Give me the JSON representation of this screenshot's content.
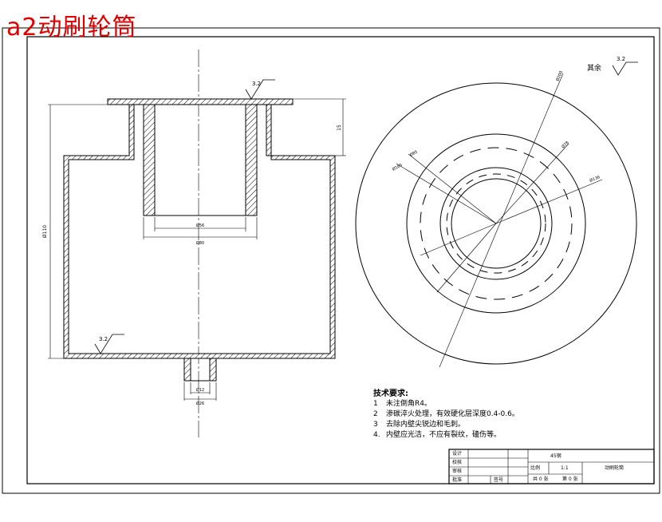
{
  "title": "a2动刷轮筒",
  "colors": {
    "title": "#e00000",
    "line": "#000000",
    "hatch": "#000000"
  },
  "roughness": {
    "top": "3.2",
    "bottom": "3.2",
    "other": "3.2"
  },
  "other_label": "其余",
  "dimensions": {
    "d1": "15",
    "d2": "Ø110",
    "d3": "Ø80",
    "d4": "Ø56",
    "d5": "Ø12",
    "d6": "Ø26",
    "d7": "Ø200",
    "d8": "Ø165",
    "d9": "Ø85",
    "d10": "Ø78",
    "d11": "Ø136"
  },
  "notes": {
    "header": "技术要求:",
    "items": [
      {
        "num": "1",
        "text": "未注倒角R4。"
      },
      {
        "num": "2",
        "text": "渗碳淬火处理，有效硬化层深度0.4-0.6。"
      },
      {
        "num": "3",
        "text": "去除内壁尖锐边和毛刺。"
      },
      {
        "num": "4.",
        "text": "内壁应光洁，不应有裂纹，磕伤等。"
      }
    ]
  },
  "title_block": {
    "design": "设计",
    "check": "校核",
    "review": "审核",
    "approve": "批准",
    "material": "45钢",
    "scale_label": "比例",
    "scale_value": "1:1",
    "part_name": "动刷轮筒",
    "sign": "签号",
    "sheets": "共 0 张",
    "sheet": "第 0 张"
  }
}
